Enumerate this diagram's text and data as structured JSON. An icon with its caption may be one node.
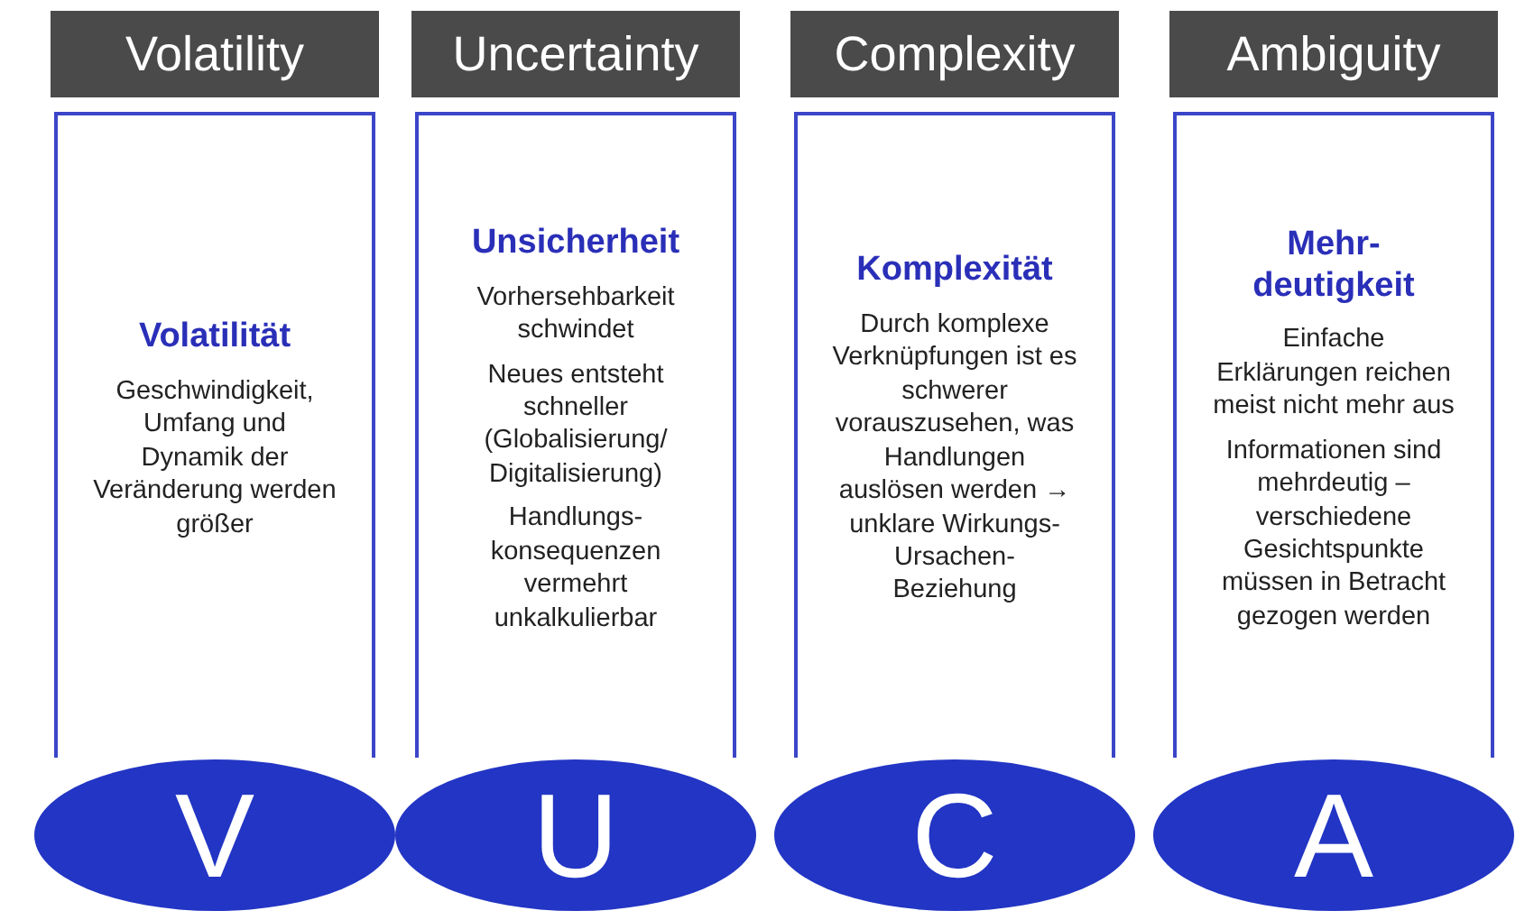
{
  "diagram": {
    "nodes": [
      {
        "text": [
          "Volatility"
        ]
      },
      {
        "text": [
          "Uncertainty"
        ]
      },
      {
        "text": [
          "Complexity"
        ]
      },
      {
        "text": [
          "Ambiguity"
        ]
      },
      {
        "text": [
          "Volatilität",
          "Geschwindigkeit, Umfang und Dynamik der Veränderung werden größer"
        ]
      },
      {
        "text": [
          "Unsicherheit",
          "Vorhersehbarkeit schwindet",
          "Neues entsteht schneller (Globalisierung/ Digitalisierung)",
          "Handlungs- konsequenzen vermehrt unkalkulierbar"
        ]
      },
      {
        "text": [
          "Komplexität",
          "Durch komplexe Verknüpfungen ist es schwerer vorauszusehen, was Handlungen auslösen werden → unklare Wirkungs- Ursachen- Beziehung"
        ]
      },
      {
        "text": [
          "Mehr- deutigkeit",
          "Einfache Erklärungen reichen meist nicht mehr aus",
          "Informationen sind mehrdeutig – verschiedene Gesichtspunkte müssen in Betracht gezogen werden"
        ]
      },
      {
        "text": [
          "V"
        ]
      },
      {
        "text": [
          "U"
        ]
      },
      {
        "text": [
          "C"
        ]
      },
      {
        "text": [
          "A"
        ]
      }
    ]
  }
}
